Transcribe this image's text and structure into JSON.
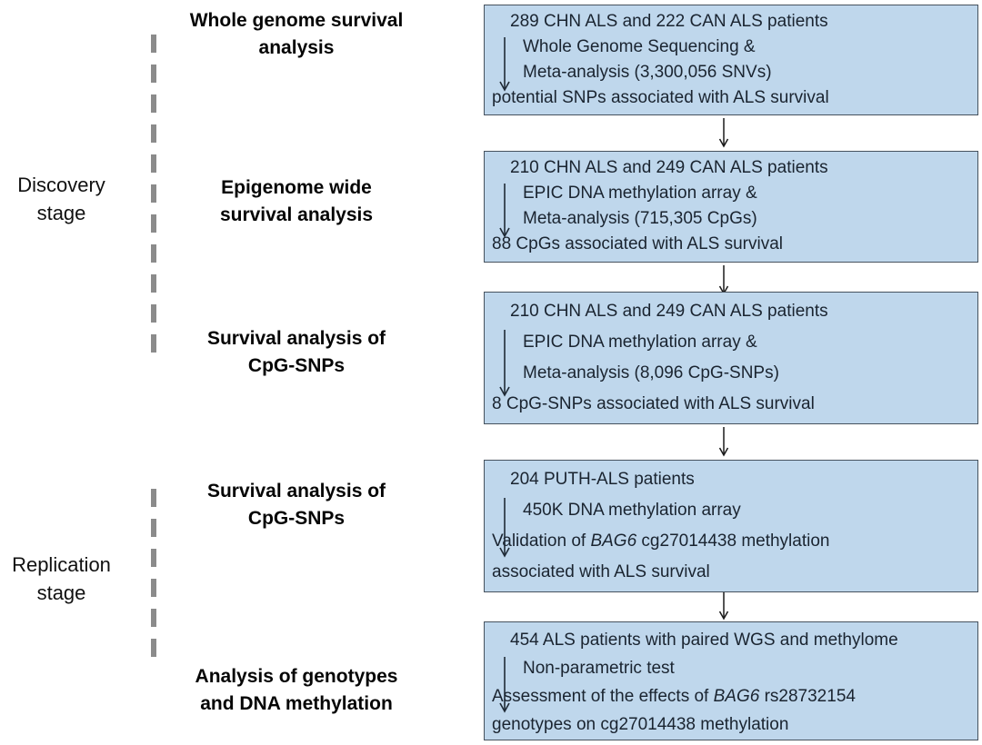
{
  "stages": [
    {
      "lines": [
        "Discovery",
        "stage"
      ]
    },
    {
      "lines": [
        "Replication",
        "stage"
      ]
    }
  ],
  "steps": [
    {
      "lines": [
        "Whole genome survival",
        "analysis"
      ]
    },
    {
      "lines": [
        "Epigenome wide",
        "survival analysis"
      ]
    },
    {
      "lines": [
        "Survival analysis of",
        "CpG-SNPs"
      ]
    },
    {
      "lines": [
        "Survival analysis of",
        "CpG-SNPs"
      ]
    },
    {
      "lines": [
        "Analysis of genotypes",
        "and DNA methylation"
      ]
    }
  ],
  "boxes": [
    {
      "input": "289 CHN ALS and 222 CAN ALS patients",
      "process": [
        "Whole Genome Sequencing &",
        "Meta-analysis (3,300,056 SNVs)"
      ],
      "output": [
        [
          {
            "text": "potential SNPs associated with ALS survival",
            "italic": false
          }
        ]
      ]
    },
    {
      "input": "210 CHN ALS and 249 CAN ALS patients",
      "process": [
        "EPIC DNA methylation array &",
        "Meta-analysis (715,305 CpGs)"
      ],
      "output": [
        [
          {
            "text": "88 CpGs associated with ALS survival",
            "italic": false
          }
        ]
      ]
    },
    {
      "input": "210 CHN ALS and 249 CAN ALS patients",
      "process": [
        "EPIC DNA methylation array &",
        "Meta-analysis (8,096 CpG-SNPs)"
      ],
      "output": [
        [
          {
            "text": "8 CpG-SNPs associated with ALS survival",
            "italic": false
          }
        ]
      ]
    },
    {
      "input": "204 PUTH-ALS patients",
      "process": [
        "450K DNA methylation array"
      ],
      "output": [
        [
          {
            "text": "Validation of ",
            "italic": false
          },
          {
            "text": "BAG6",
            "italic": true
          },
          {
            "text": " cg27014438  methylation",
            "italic": false
          }
        ],
        [
          {
            "text": "associated with ALS survival",
            "italic": false
          }
        ]
      ]
    },
    {
      "input": "454 ALS patients with paired WGS and methylome",
      "process": [
        "Non-parametric test"
      ],
      "output": [
        [
          {
            "text": "Assessment of the effects of ",
            "italic": false
          },
          {
            "text": "BAG6",
            "italic": true
          },
          {
            "text": " rs28732154",
            "italic": false
          }
        ],
        [
          {
            "text": "genotypes on cg27014438 methylation",
            "italic": false
          }
        ]
      ]
    }
  ],
  "colors": {
    "box_fill": "#BFD7EC",
    "box_border": "#46525E",
    "dashed_line": "#8B8B8B",
    "arrow": "#1F2A36",
    "text": "#1A2430"
  }
}
